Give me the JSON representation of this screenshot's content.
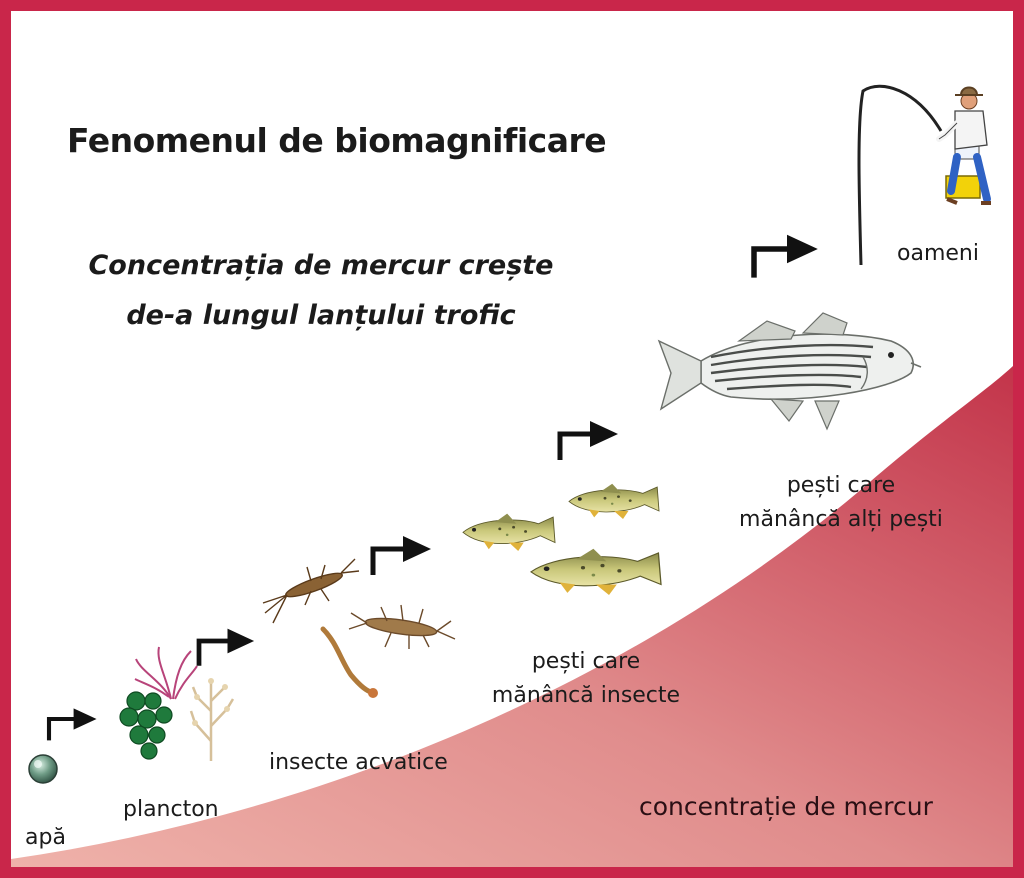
{
  "title": "Fenomenul de biomagnificare",
  "subtitle": {
    "line1": "Concentrația de mercur crește",
    "line2": "de-a lungul lanțului trofic"
  },
  "stages": {
    "water": "apă",
    "plankton": "plancton",
    "aquatic_insects": "insecte acvatice",
    "insect_eating_fish_1": "pești care",
    "insect_eating_fish_2": "mănâncă insecte",
    "fish_eating_fish_1": "pești care",
    "fish_eating_fish_2": "mănâncă alți pești",
    "humans": "oameni"
  },
  "mercury_wedge_label": "concentrație de mercur",
  "colors": {
    "border": "#c9264a",
    "wedge_light": "#e3918f",
    "wedge_dark": "#c0334a",
    "arrow": "#111111"
  },
  "icons": [
    "water-droplet-icon",
    "plankton-icon",
    "aquatic-insects-icon",
    "small-fish-icon",
    "large-fish-icon",
    "fisherman-icon",
    "arrow-icon"
  ]
}
